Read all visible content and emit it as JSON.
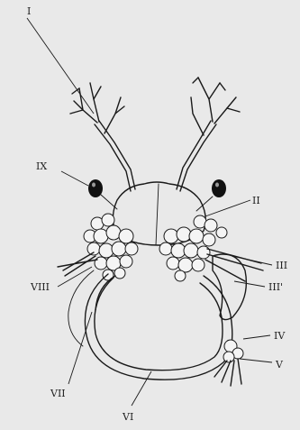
{
  "labels": {
    "I": "I",
    "II": "II",
    "III": "III",
    "III_prime": "III'",
    "IV": "IV",
    "V": "V",
    "VI": "VI",
    "VII": "VII",
    "VIII": "VIII",
    "IX": "IX"
  }
}
